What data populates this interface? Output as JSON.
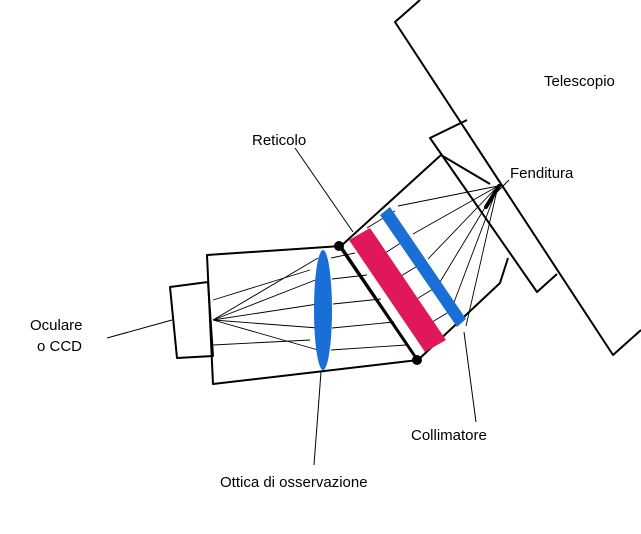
{
  "labels": {
    "telescope": "Telescopio",
    "grating": "Reticolo",
    "slit": "Fenditura",
    "eyepiece_line1": "Oculare",
    "eyepiece_line2": "o CCD",
    "collimator": "Collimatore",
    "observing_optics": "Ottica di osservazione"
  },
  "colors": {
    "grating": "#e0185a",
    "collimator": "#1a6fd6",
    "observing_lens": "#1a6fd6",
    "outline": "#000000"
  }
}
